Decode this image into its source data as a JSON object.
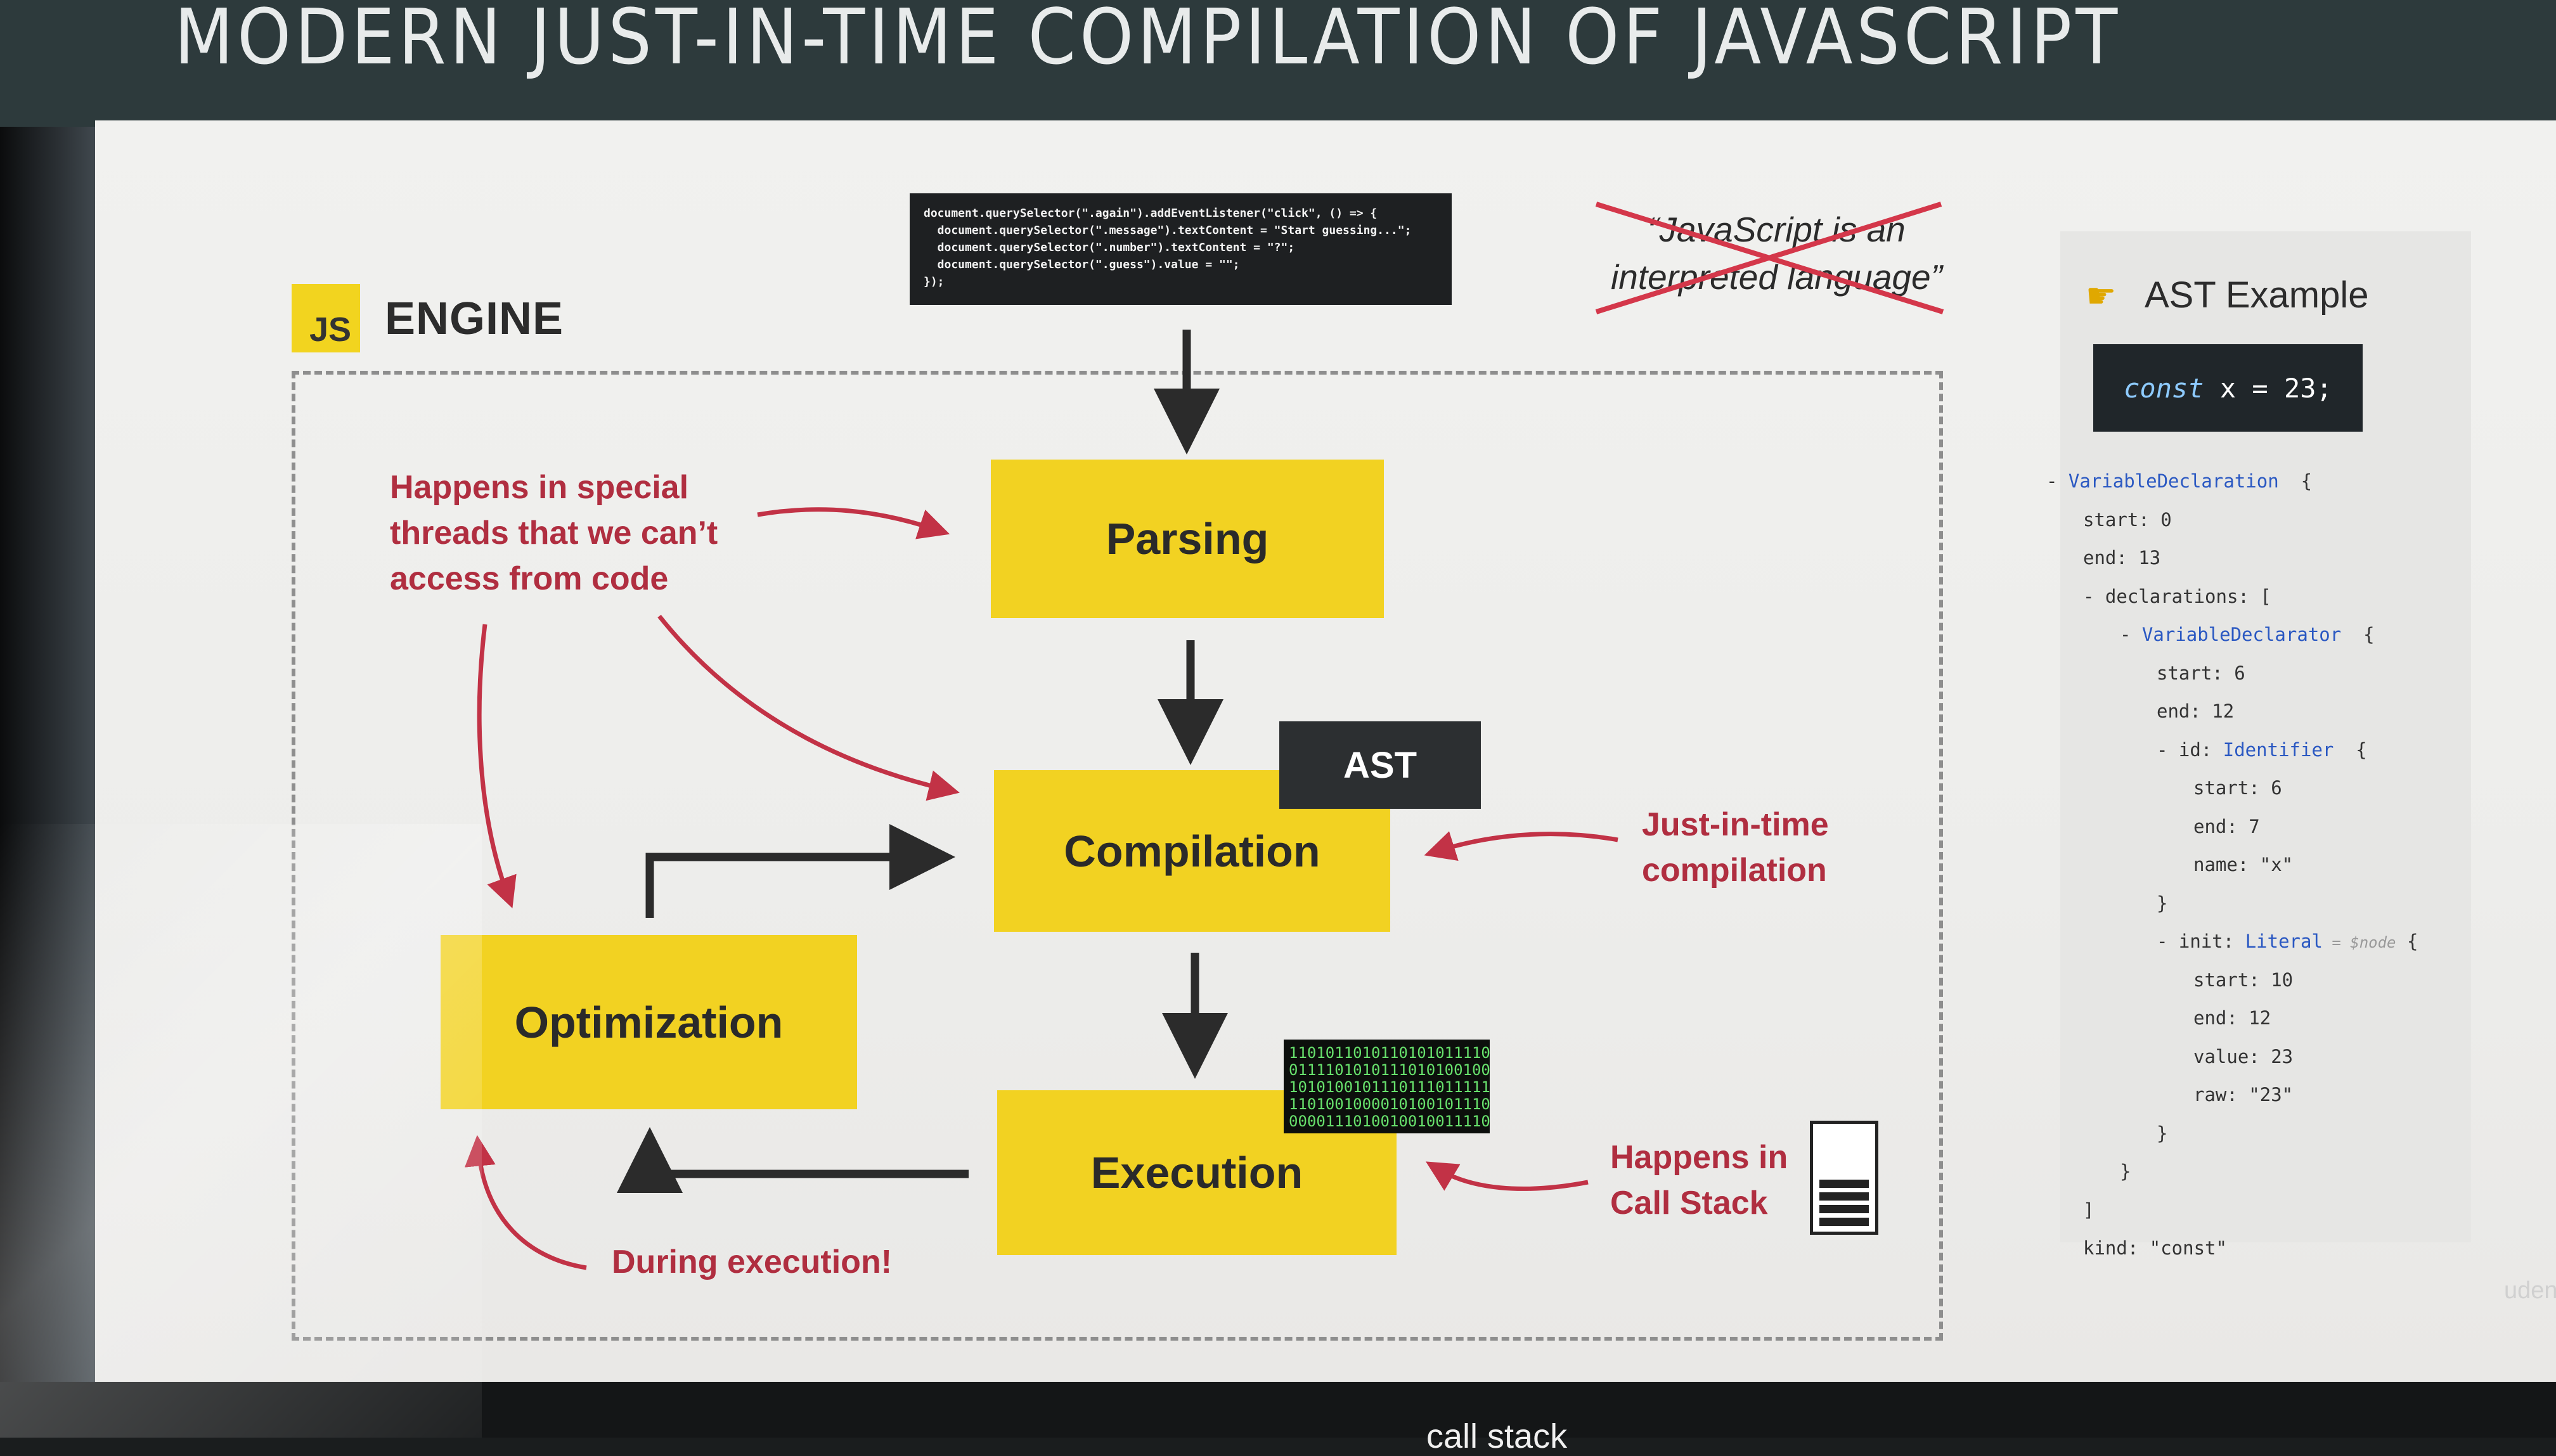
{
  "slide_title": "MODERN JUST-IN-TIME COMPILATION OF JAVASCRIPT",
  "code_snippet": [
    "document.querySelector(\".again\").addEventListener(\"click\", () => {",
    "  document.querySelector(\".message\").textContent = \"Start guessing...\";",
    "  document.querySelector(\".number\").textContent = \"?\";",
    "  document.querySelector(\".guess\").value = \"\";",
    "});"
  ],
  "myth_quote": "“JavaScript is an interpreted language”",
  "engine": {
    "badge": "JS",
    "label": "ENGINE"
  },
  "steps": {
    "parsing": "Parsing",
    "compilation": "Compilation",
    "execution": "Execution",
    "optimization": "Optimization"
  },
  "ast_tag": "AST",
  "binary": [
    "1101011010110101011110",
    "0111101010111010100100",
    "1010100101110111011111",
    "1101001000010100101110",
    "0000111010010010011110"
  ],
  "notes": {
    "threads": "Happens in special threads that we can’t access from code",
    "jit": "Just-in-time compilation",
    "callstack": "Happens in Call Stack",
    "during": "During execution!"
  },
  "ast_panel": {
    "title": "AST Example",
    "code_keyword": "const",
    "code_rest": " x = 23;",
    "tree": [
      {
        "indent": 0,
        "prefix": "- ",
        "type": "VariableDeclaration",
        "suffix": "  {"
      },
      {
        "indent": 1,
        "prefix": "",
        "key": "start: 0"
      },
      {
        "indent": 1,
        "prefix": "",
        "key": "end: 13"
      },
      {
        "indent": 1,
        "prefix": "- ",
        "key": "declarations: ["
      },
      {
        "indent": 2,
        "prefix": "- ",
        "type": "VariableDeclarator",
        "suffix": "  {"
      },
      {
        "indent": 3,
        "prefix": "",
        "key": "start: 6"
      },
      {
        "indent": 3,
        "prefix": "",
        "key": "end: 12"
      },
      {
        "indent": 3,
        "prefix": "- ",
        "key": "id: ",
        "type": "Identifier",
        "suffix": "  {"
      },
      {
        "indent": 4,
        "prefix": "",
        "key": "start: 6"
      },
      {
        "indent": 4,
        "prefix": "",
        "key": "end: 7"
      },
      {
        "indent": 4,
        "prefix": "",
        "key": "name: \"x\""
      },
      {
        "indent": 3,
        "prefix": "",
        "key": "}"
      },
      {
        "indent": 3,
        "prefix": "- ",
        "key": "init: ",
        "type": "Literal",
        "comment": " = $node",
        "suffix": " {"
      },
      {
        "indent": 4,
        "prefix": "",
        "key": "start: 10"
      },
      {
        "indent": 4,
        "prefix": "",
        "key": "end: 12"
      },
      {
        "indent": 4,
        "prefix": "",
        "key": "value: 23"
      },
      {
        "indent": 4,
        "prefix": "",
        "key": "raw: \"23\""
      },
      {
        "indent": 3,
        "prefix": "",
        "key": "}"
      },
      {
        "indent": 2,
        "prefix": "",
        "key": "}"
      },
      {
        "indent": 1,
        "prefix": "",
        "key": "]"
      },
      {
        "indent": 1,
        "prefix": "",
        "key": "kind: \"const\""
      }
    ]
  },
  "caption": "call stack",
  "watermark": "uden",
  "colors": {
    "accent_yellow": "#f2d222",
    "annotation_red": "#b02e40",
    "dark_panel": "#2c2f31",
    "binary_green": "#67e06c"
  }
}
